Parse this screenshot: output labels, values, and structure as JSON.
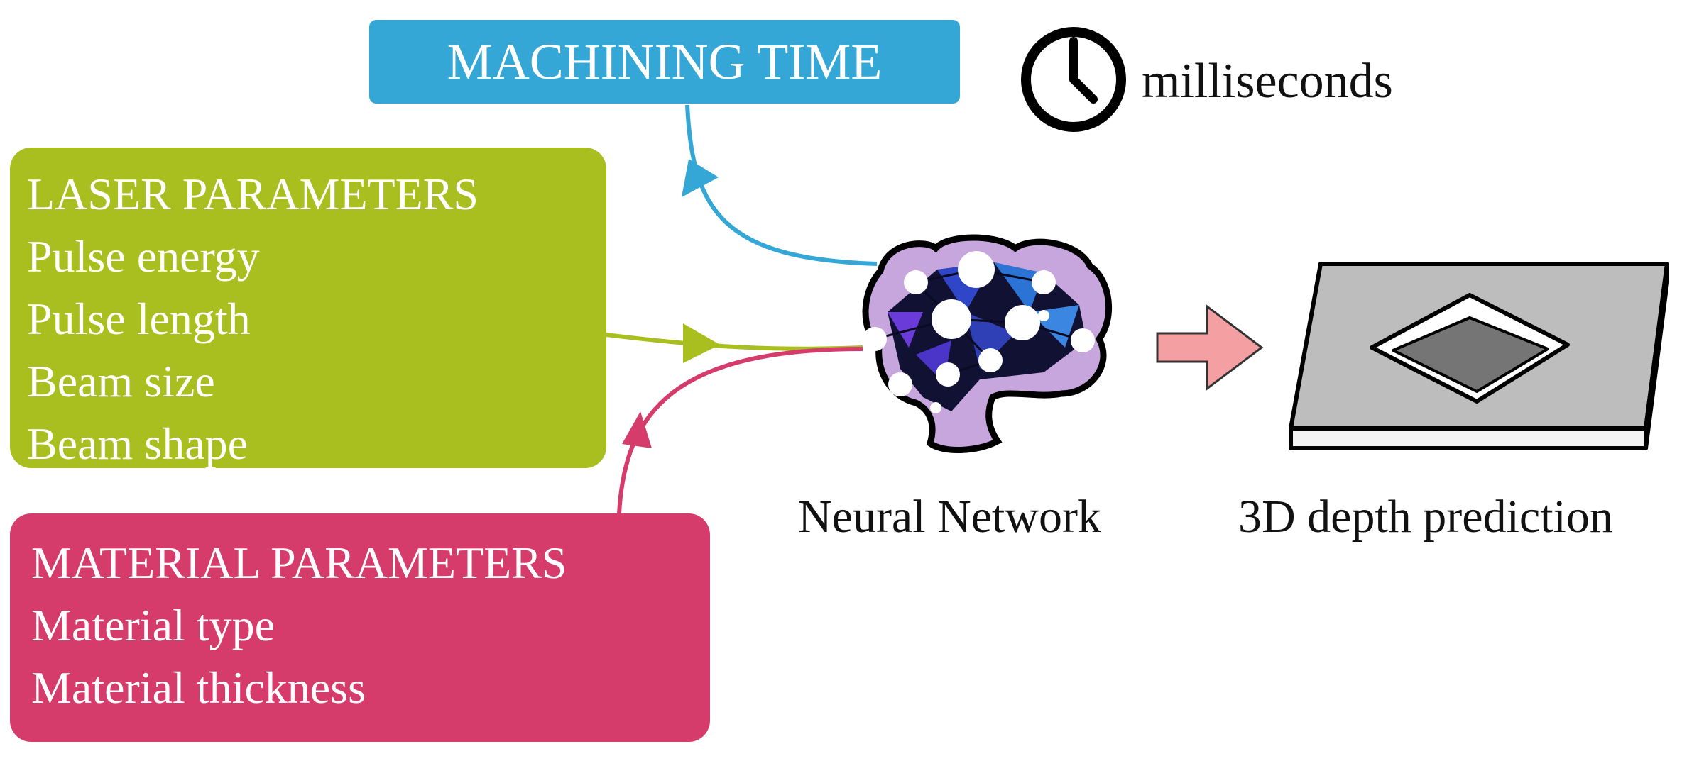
{
  "machining_time": {
    "title": "MACHINING TIME",
    "unit_label": "milliseconds",
    "icon": "clock-icon",
    "color": "#35a7d6"
  },
  "laser_parameters": {
    "title": "LASER PARAMETERS",
    "items": [
      "Pulse energy",
      "Pulse length",
      "Beam size",
      "Beam shape"
    ],
    "color": "#a9bf20"
  },
  "material_parameters": {
    "title": "MATERIAL PARAMETERS",
    "items": [
      "Material type",
      "Material thickness"
    ],
    "color": "#d63c6b"
  },
  "neural_network": {
    "label": "Neural Network",
    "icon": "brain-network-icon",
    "color": "#c7a6de"
  },
  "output": {
    "label": "3D depth prediction",
    "icon": "depth-block-icon",
    "arrow_color": "#f4a0a3"
  }
}
